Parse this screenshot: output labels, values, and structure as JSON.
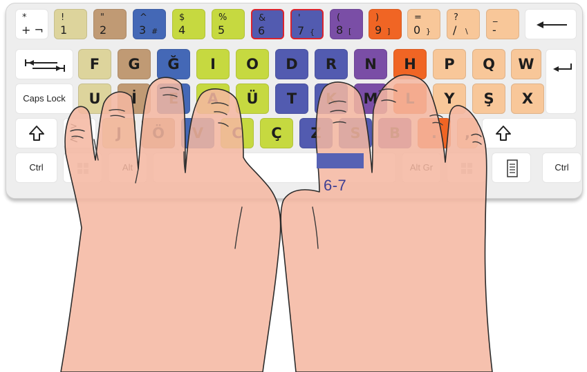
{
  "finger_label": "6-7",
  "finger_marker_color": "#5762b4",
  "colors": {
    "beige": "#ddd49c",
    "brown": "#c09a74",
    "blue": "#4468b6",
    "lime": "#c6d940",
    "indigo": "#525bb0",
    "purple": "#7a4ea6",
    "orange": "#f06524",
    "peach": "#f8c799",
    "white": "#ffffff",
    "highlight": "#d9232e"
  },
  "rows": [
    [
      {
        "name": "key-plus",
        "top": "*",
        "bottom": "+ ¬",
        "color": "white"
      },
      {
        "name": "key-1",
        "top": "!",
        "bottom": "1",
        "color": "beige"
      },
      {
        "name": "key-2",
        "top": "\"",
        "bottom": "2",
        "color": "brown"
      },
      {
        "name": "key-3",
        "top": "^",
        "bottom": "3",
        "alt": "#",
        "color": "blue"
      },
      {
        "name": "key-4",
        "top": "$",
        "bottom": "4",
        "color": "lime"
      },
      {
        "name": "key-5",
        "top": "%",
        "bottom": "5",
        "color": "lime"
      },
      {
        "name": "key-6",
        "top": "&",
        "bottom": "6",
        "color": "indigo",
        "highlight": true
      },
      {
        "name": "key-7",
        "top": "'",
        "bottom": "7",
        "alt": "{",
        "color": "indigo",
        "highlight": true
      },
      {
        "name": "key-8",
        "top": "(",
        "bottom": "8",
        "alt": "[",
        "color": "purple"
      },
      {
        "name": "key-9",
        "top": ")",
        "bottom": "9",
        "alt": "]",
        "color": "orange"
      },
      {
        "name": "key-0",
        "top": "=",
        "bottom": "0",
        "alt": "}",
        "color": "peach"
      },
      {
        "name": "key-slash",
        "top": "?",
        "bottom": "/",
        "alt": "\\",
        "color": "peach"
      },
      {
        "name": "key-minus",
        "top": "_",
        "bottom": "-",
        "color": "peach"
      },
      {
        "name": "key-backspace",
        "sym": "backspace",
        "color": "white"
      }
    ],
    [
      {
        "name": "key-tab",
        "sym": "tab",
        "color": "white"
      },
      {
        "name": "key-f",
        "label": "F",
        "color": "beige"
      },
      {
        "name": "key-g",
        "label": "G",
        "color": "brown"
      },
      {
        "name": "key-g-breve",
        "label": "Ğ",
        "color": "blue"
      },
      {
        "name": "key-i",
        "label": "I",
        "color": "lime"
      },
      {
        "name": "key-o",
        "label": "O",
        "color": "lime"
      },
      {
        "name": "key-d",
        "label": "D",
        "color": "indigo"
      },
      {
        "name": "key-r",
        "label": "R",
        "color": "indigo"
      },
      {
        "name": "key-n",
        "label": "N",
        "color": "purple"
      },
      {
        "name": "key-h",
        "label": "H",
        "color": "orange"
      },
      {
        "name": "key-p",
        "label": "P",
        "color": "peach"
      },
      {
        "name": "key-q",
        "label": "Q",
        "color": "peach"
      },
      {
        "name": "key-w",
        "label": "W",
        "color": "peach"
      },
      {
        "name": "key-enter",
        "sym": "enter",
        "color": "white"
      }
    ],
    [
      {
        "name": "key-caps-lock",
        "text": "Caps Lock",
        "color": "white"
      },
      {
        "name": "key-u",
        "label": "U",
        "color": "beige"
      },
      {
        "name": "key-i-dotted",
        "label": "İ",
        "color": "brown"
      },
      {
        "name": "key-e",
        "label": "E",
        "color": "blue"
      },
      {
        "name": "key-a",
        "label": "A",
        "color": "lime"
      },
      {
        "name": "key-u-umlaut",
        "label": "Ü",
        "color": "lime"
      },
      {
        "name": "key-t",
        "label": "T",
        "color": "indigo"
      },
      {
        "name": "key-k",
        "label": "K",
        "color": "indigo"
      },
      {
        "name": "key-m",
        "label": "M",
        "color": "purple"
      },
      {
        "name": "key-l",
        "label": "L",
        "color": "orange"
      },
      {
        "name": "key-y",
        "label": "Y",
        "color": "peach"
      },
      {
        "name": "key-s-cedilla",
        "label": "Ş",
        "color": "peach"
      },
      {
        "name": "key-x",
        "label": "X",
        "color": "peach"
      }
    ],
    [
      {
        "name": "key-left-shift",
        "sym": "shift",
        "color": "white"
      },
      {
        "name": "key-angle",
        "top": ">",
        "bottom": "<",
        "color": "white"
      },
      {
        "name": "key-j",
        "label": "J",
        "color": "beige"
      },
      {
        "name": "key-o-umlaut",
        "label": "Ö",
        "color": "brown"
      },
      {
        "name": "key-v",
        "label": "V",
        "color": "blue"
      },
      {
        "name": "key-c",
        "label": "C",
        "color": "lime"
      },
      {
        "name": "key-c-cedilla",
        "label": "Ç",
        "color": "lime"
      },
      {
        "name": "key-z",
        "label": "Z",
        "color": "indigo"
      },
      {
        "name": "key-s",
        "label": "S",
        "color": "indigo"
      },
      {
        "name": "key-b",
        "label": "B",
        "color": "purple"
      },
      {
        "name": "key-dot",
        "label": ".",
        "color": "orange"
      },
      {
        "name": "key-comma",
        "label": ",",
        "color": "peach"
      },
      {
        "name": "key-right-shift",
        "sym": "shift",
        "color": "white"
      }
    ],
    [
      {
        "name": "key-left-ctrl",
        "text": "Ctrl",
        "color": "white"
      },
      {
        "name": "key-windows",
        "sym": "windows",
        "color": "white"
      },
      {
        "name": "key-alt",
        "text": "Alt",
        "color": "white"
      },
      {
        "name": "key-space",
        "color": "white"
      },
      {
        "name": "key-alt-gr",
        "text": "Alt Gr",
        "color": "white"
      },
      {
        "name": "key-right-windows",
        "sym": "windows",
        "color": "white"
      },
      {
        "name": "key-menu",
        "sym": "menu",
        "color": "white"
      },
      {
        "name": "key-right-ctrl",
        "text": "Ctrl",
        "color": "white"
      }
    ]
  ]
}
